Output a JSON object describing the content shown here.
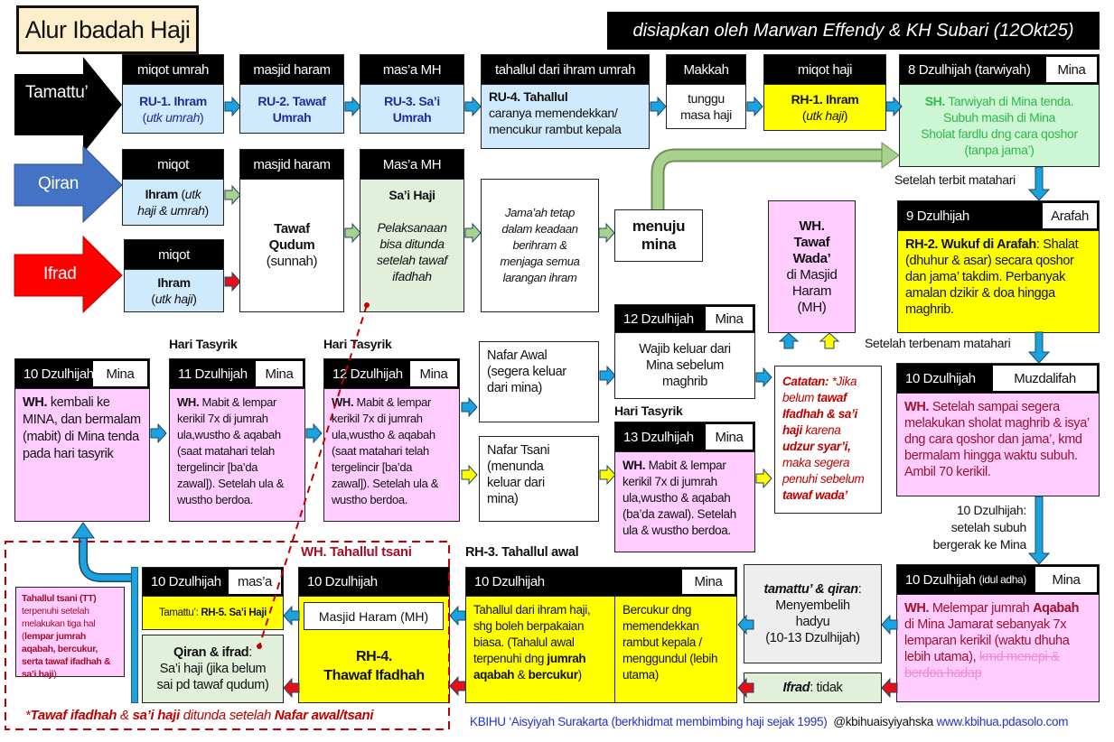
{
  "colors": {
    "arrow_blue": "#1aa3e0",
    "arrow_green": "#a9d18e",
    "arrow_red": "#e3101c",
    "arrow_yellow": "#ffff00",
    "qiran": "#4472c4",
    "ifrad": "#ff0000",
    "dark_red": "#a0102a",
    "link_blue": "#2233cc"
  },
  "title": "Alur Ibadah Haji",
  "author": "disiapkan oleh Marwan Effendy & KH Subari (12Okt25)",
  "types": {
    "tamattu": "Tamattu’",
    "qiran": "Qiran",
    "ifrad": "Ifrad"
  },
  "row1": {
    "b1": {
      "hdr": "miqot umrah",
      "body": [
        {
          "t": "RU-1. Ihram",
          "s": "b"
        },
        {
          "t": "\n("
        },
        {
          "t": "utk umrah",
          "s": "i"
        },
        {
          "t": ")"
        }
      ]
    },
    "b2": {
      "hdr": "masjid haram",
      "body": [
        {
          "t": "RU-2. Tawaf\nUmrah",
          "s": "b"
        }
      ]
    },
    "b3": {
      "hdr": "mas’a MH",
      "body": [
        {
          "t": "RU-3. Sa’i\nUmrah",
          "s": "b"
        }
      ]
    },
    "b4": {
      "hdr": "tahallul dari ihram umrah",
      "body": [
        {
          "t": "RU-4. Tahallul",
          "s": "b"
        },
        {
          "t": "\ncaranya memendekkan/\nmencukur rambut kepala"
        }
      ]
    },
    "b5": {
      "hdr": "Makkah",
      "body": [
        {
          "t": "tunggu\nmasa haji"
        }
      ]
    },
    "b6": {
      "hdr": "miqot haji",
      "body": [
        {
          "t": "RH-1. Ihram",
          "s": "b"
        },
        {
          "t": "\n("
        },
        {
          "t": "utk haji",
          "s": "i"
        },
        {
          "t": ")"
        }
      ]
    },
    "b7": {
      "hdr": "8 Dzulhijah (tarwiyah)",
      "place": "Mina",
      "body": [
        {
          "t": "SH.",
          "s": "b"
        },
        {
          "t": " Tarwiyah di Mina tenda.\nSubuh masih di Mina\nSholat fardlu dng cara qoshor\n(tanpa jama’)"
        }
      ]
    }
  },
  "qiran_miqot": {
    "hdr": "miqot",
    "body": [
      {
        "t": "Ihram",
        "s": "b"
      },
      {
        "t": " ("
      },
      {
        "t": "utk\nhaji & umrah",
        "s": "i"
      },
      {
        "t": ")"
      }
    ]
  },
  "ifrad_miqot": {
    "hdr": "miqot",
    "body": [
      {
        "t": "Ihram",
        "s": "b"
      },
      {
        "t": "\n("
      },
      {
        "t": "utk haji",
        "s": "i"
      },
      {
        "t": ")"
      }
    ]
  },
  "tawaf_qudum": {
    "hdr": "masjid haram",
    "body": [
      {
        "t": "Tawaf\nQudum",
        "s": "b"
      },
      {
        "t": "\n(sunnah)"
      }
    ]
  },
  "sai_haji": {
    "hdr": "Mas’a MH",
    "body": [
      {
        "t": "Sa’i Haji",
        "s": "b"
      },
      {
        "t": "\n\n"
      },
      {
        "t": "Pelaksanaan\nbisa ditunda\nsetelah tawaf\nifadhah",
        "s": "i"
      }
    ]
  },
  "jamaah": [
    {
      "t": "Jama’ah tetap\ndalam keadaan\nberihram &\nmenjaga semua\nlarangan ihram",
      "s": "i"
    }
  ],
  "menuju": [
    {
      "t": "menuju\nmina",
      "s": "b"
    }
  ],
  "wada": [
    {
      "t": "WH.\nTawaf\nWada’",
      "s": "b"
    },
    {
      "t": "\ndi Masjid\nHaram\n(MH)"
    }
  ],
  "arafah": {
    "hdr": "9 Dzulhijah",
    "place": "Arafah",
    "body": [
      {
        "t": "RH-2. Wukuf di Arafah",
        "s": "b"
      },
      {
        "t": ": Shalat (dhuhur & asar) secara qoshor dan jama’ takdim. Perbanyak amalan dzikir & doa hingga maghrib."
      }
    ]
  },
  "labels": {
    "terbit": "Setelah terbit matahari",
    "terbenam": "Setelah terbenam matahari",
    "subuh": "10 Dzulhijah:\nsetelah subuh\nbergerak ke Mina",
    "tasyrik": "Hari Tasyrik",
    "rh3": "RH-3. Tahallul awal",
    "tsani": "WH. Tahallul tsani"
  },
  "muzdalifah": {
    "hdr": "10 Dzulhijah",
    "place": "Muzdalifah",
    "body": [
      {
        "t": "WH.",
        "s": "b"
      },
      {
        "t": " Setelah sampai segera melakukan sholat maghrib & isya’ dng cara qoshor dan jama’, kmd bermalam hingga waktu subuh. Ambil 70 kerikil."
      }
    ]
  },
  "mina10": {
    "hdr": "10 Dzulhijah",
    "place": "Mina",
    "body": [
      {
        "t": "WH.",
        "s": "b"
      },
      {
        "t": " kembali ke MINA, dan bermalam (mabit) di Mina tenda pada hari tasyrik"
      }
    ]
  },
  "mina11": {
    "hdr": "11 Dzulhijah",
    "place": "Mina",
    "body": [
      {
        "t": "WH.",
        "s": "b"
      },
      {
        "t": " Mabit & lempar kerikil 7x di jumrah ula,wustho & aqabah (saat matahari telah tergelincir [ba’da zawal]). Setelah ula & wustho berdoa."
      }
    ]
  },
  "mina12": {
    "hdr": "12 Dzulhijah",
    "place": "Mina",
    "body": [
      {
        "t": "WH.",
        "s": "b"
      },
      {
        "t": " Mabit & lempar kerikil 7x di jumrah ula,wustho & aqabah (saat matahari telah tergelincir [ba’da zawal]). Setelah ula & wustho berdoa."
      }
    ]
  },
  "nafar_awal": [
    {
      "t": "Nafar Awal\n(segera keluar\ndari mina)"
    }
  ],
  "nafar_tsani": [
    {
      "t": "Nafar Tsani\n(menunda\nkeluar dari\nmina)"
    }
  ],
  "keluar12": {
    "hdr": "12 Dzulhijah",
    "place": "Mina",
    "body": [
      {
        "t": "Wajib keluar dari\nMina sebelum\nmaghrib"
      }
    ]
  },
  "mina13": {
    "hdr": "13 Dzulhijah",
    "place": "Mina",
    "body": [
      {
        "t": "WH.",
        "s": "b"
      },
      {
        "t": " Mabit & lempar kerikil 7x di jumrah ula,wustho & aqabah (ba’da zawal). Setelah ula & wustho berdoa."
      }
    ]
  },
  "catatan": [
    {
      "t": "Catatan:",
      "s": "bi"
    },
    {
      "t": " *Jika belum ",
      "s": "i"
    },
    {
      "t": "tawaf Ifadhah & sa’i haji",
      "s": "bi"
    },
    {
      "t": " karena ",
      "s": "i"
    },
    {
      "t": "udzur syar’i,",
      "s": "bi"
    },
    {
      "t": " maka segera penuhi sebelum ",
      "s": "i"
    },
    {
      "t": "tawaf wada’",
      "s": "bi"
    }
  ],
  "idul_adha": {
    "hdr": "10 Dzulhijah",
    "hdr_small": "(idul adha)",
    "place": "Mina",
    "body": [
      {
        "t": "WH.",
        "s": "b"
      },
      {
        "t": " Melempar jumrah "
      },
      {
        "t": "Aqabah",
        "s": "b"
      },
      {
        "t": " di Mina Jamarat sebanyak 7x lemparan kerikil (waktu dhuha lebih utama), "
      },
      {
        "t": "kmd menepi & berdoa hadap",
        "s": "s"
      }
    ]
  },
  "hadyu": [
    {
      "t": "tamattu’ & qiran",
      "s": "bi"
    },
    {
      "t": ":\nMenyembelih\nhadyu\n(10-13 Dzulhijah)"
    }
  ],
  "ifrad_tidak": [
    {
      "t": "Ifrad",
      "s": "bi"
    },
    {
      "t": ": tidak"
    }
  ],
  "rh3": {
    "hdr": "10 Dzulhijah",
    "place": "Mina",
    "left": [
      {
        "t": "Tahallul dari ihram haji, shg boleh berpakaian biasa. (Tahalul awal terpenuhi dng "
      },
      {
        "t": "jumrah aqabah",
        "s": "b"
      },
      {
        "t": " & "
      },
      {
        "t": "bercukur",
        "s": "b"
      },
      {
        "t": ")"
      }
    ],
    "right": [
      {
        "t": "Bercukur dng memendekkan rambut kepala / menggundul (lebih utama)"
      }
    ]
  },
  "rh4": {
    "hdr": "10 Dzulhijah",
    "inner": "Masjid Haram (MH)",
    "body": [
      {
        "t": "RH-4.\nThawaf Ifadhah",
        "s": "b"
      }
    ]
  },
  "masa": {
    "hdr": "10 Dzulhijah",
    "place": "mas’a",
    "body": [
      {
        "t": "Tamattu’: "
      },
      {
        "t": "RH-5. Sa’i Haji",
        "s": "b"
      }
    ]
  },
  "qiran_ifrad": [
    {
      "t": "Qiran & ifrad",
      "s": "b"
    },
    {
      "t": ":\nSa’i haji (jika belum\nsai pd tawaf qudum)"
    }
  ],
  "tt": [
    {
      "t": "Tahallul tsani (TT)",
      "s": "b"
    },
    {
      "t": "\nterpenuhi setelah melakukan tiga hal ("
    },
    {
      "t": "lempar jumrah aqabah, bercukur, serta tawaf ifadhah & sa’i haji",
      "s": "b"
    },
    {
      "t": ")"
    }
  ],
  "footnote": [
    {
      "t": "*"
    },
    {
      "t": "Tawaf ifadhah",
      "s": "b"
    },
    {
      "t": " & "
    },
    {
      "t": "sa’i haji",
      "s": "b"
    },
    {
      "t": " ditunda setelah "
    },
    {
      "t": "Nafar awal/tsani",
      "s": "b"
    }
  ],
  "footer": {
    "org": "KBIHU ‘Aisyiyah Surakarta (berkhidmat membimbing haji sejak 1995)",
    "social": "@kbihuaisyiyahska",
    "web": "www.kbihua.pdasolo.com"
  }
}
